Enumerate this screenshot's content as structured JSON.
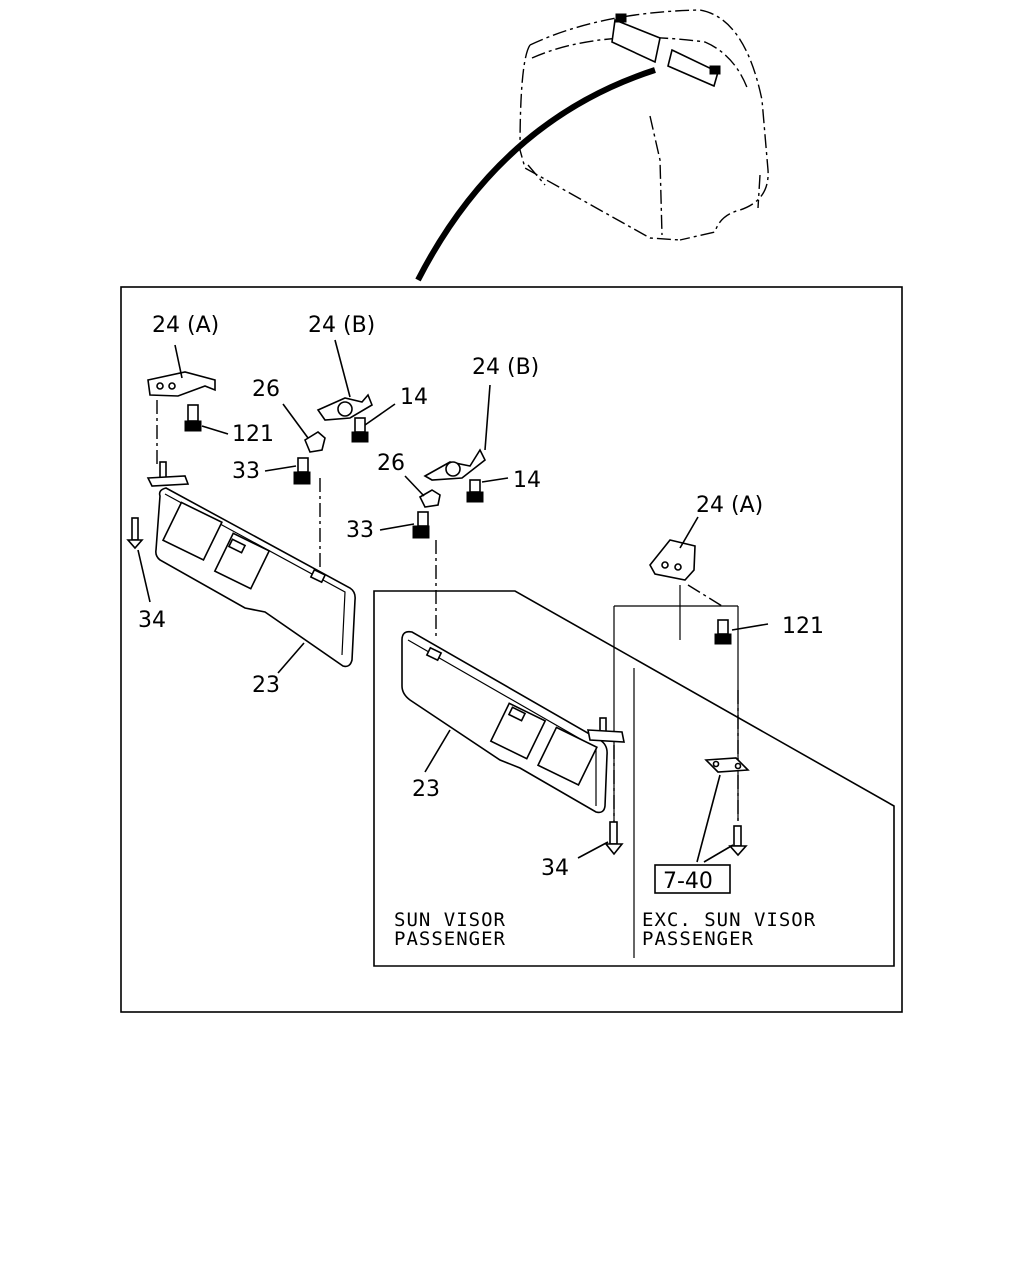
{
  "labels": {
    "bracket_a_1": "24 (A)",
    "bracket_b_1": "24 (B)",
    "bracket_b_2": "24 (B)",
    "bracket_a_2": "24 (A)",
    "clip_1": "26",
    "clip_2": "26",
    "screw_14_1": "14",
    "screw_14_2": "14",
    "screw_121_1": "121",
    "screw_121_2": "121",
    "screw_33_1": "33",
    "screw_33_2": "33",
    "screw_34_1": "34",
    "screw_34_2": "34",
    "visor_1": "23",
    "visor_2": "23",
    "ref_box": "7-40"
  },
  "captions": {
    "sun_visor_passenger_line1": "SUN VISOR",
    "sun_visor_passenger_line2": "PASSENGER",
    "exc_sun_visor_line1": "EXC. SUN VISOR",
    "exc_sun_visor_line2": "PASSENGER"
  }
}
